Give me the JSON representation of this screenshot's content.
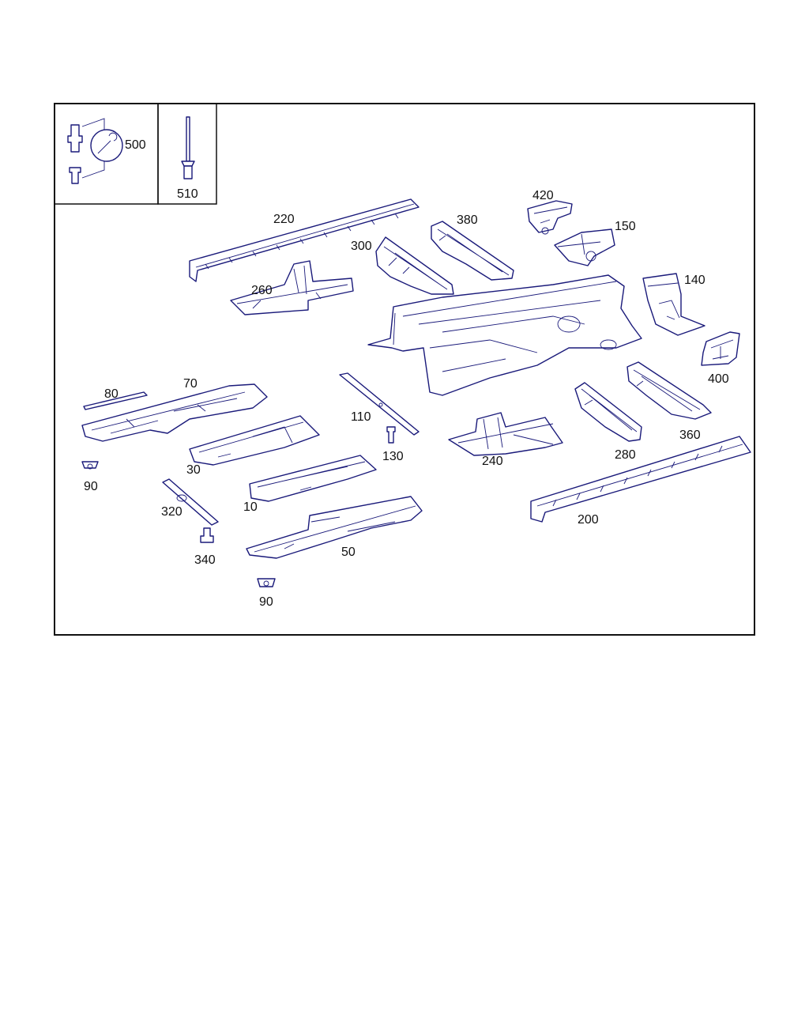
{
  "inset_labels": {
    "fasteners": "500",
    "rivet": "510"
  },
  "callouts": {
    "c220": "220",
    "c260": "260",
    "c300": "300",
    "c380": "380",
    "c420": "420",
    "c150": "150",
    "c140": "140",
    "c400": "400",
    "c360": "360",
    "c280": "280",
    "c240": "240",
    "c200": "200",
    "c110": "110",
    "c130": "130",
    "c80": "80",
    "c70": "70",
    "c30": "30",
    "c10": "10",
    "c90a": "90",
    "c320": "320",
    "c340": "340",
    "c50": "50",
    "c90b": "90"
  },
  "colors": {
    "line": "#1a1a7a",
    "frame": "#111111",
    "background": "#ffffff"
  }
}
